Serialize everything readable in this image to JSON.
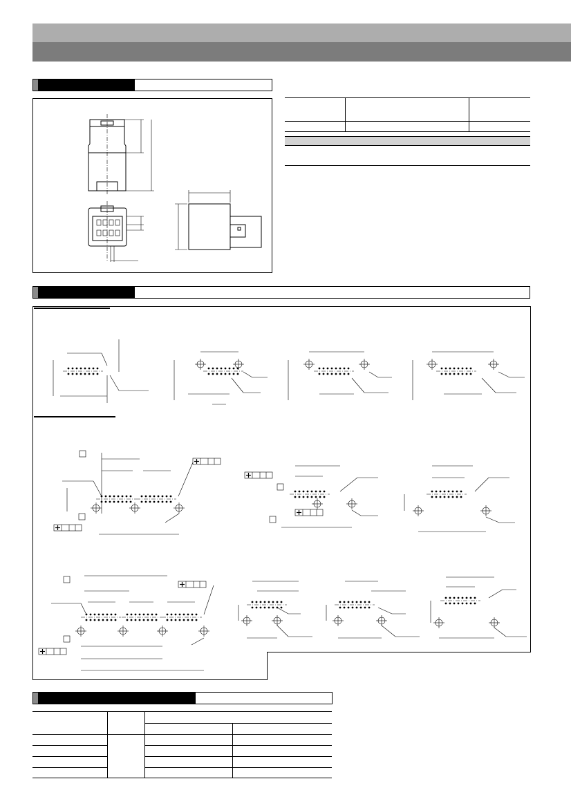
{
  "page": {
    "sections": [
      {
        "id": "dimensions",
        "title": ""
      },
      {
        "id": "pcb-layout",
        "title": ""
      },
      {
        "id": "packaging",
        "title": ""
      }
    ]
  },
  "spec_table": {
    "headers": [
      "",
      "",
      ""
    ],
    "rows": [
      [
        "",
        "",
        ""
      ]
    ]
  },
  "packaging_table": {
    "headers": [
      "",
      "",
      "",
      ""
    ],
    "rows": [
      [
        "",
        "",
        "",
        ""
      ],
      [
        "",
        "",
        "",
        ""
      ],
      [
        "",
        "",
        "",
        ""
      ],
      [
        "",
        "",
        "",
        ""
      ]
    ]
  }
}
